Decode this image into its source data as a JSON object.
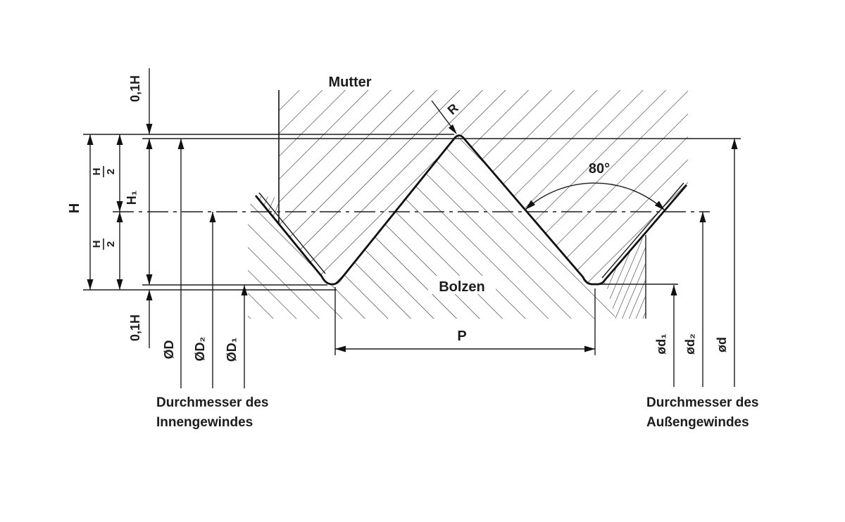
{
  "diagram": {
    "kind": "thread-profile-section",
    "part_top_label": "Mutter",
    "part_bottom_label": "Bolzen",
    "flank_angle_label": "80°",
    "radius_label": "R",
    "pitch_label": "P",
    "height_labels": {
      "total": "H",
      "fraction_numerator": "H",
      "fraction_denominator": "2",
      "engagement": "H₁",
      "crest_clearance": "0,1H"
    },
    "internal_thread": {
      "major": "ØD",
      "pitch": "ØD₂",
      "minor": "ØD₁",
      "caption_line1": "Durchmesser des",
      "caption_line2": "Innengewindes"
    },
    "external_thread": {
      "minor": "ød₁",
      "pitch": "ød₂",
      "major": "ød",
      "caption_line1": "Durchmesser des",
      "caption_line2": "Außengewindes"
    },
    "colors": {
      "ink": "#1c1c1c",
      "background": "#ffffff"
    }
  }
}
